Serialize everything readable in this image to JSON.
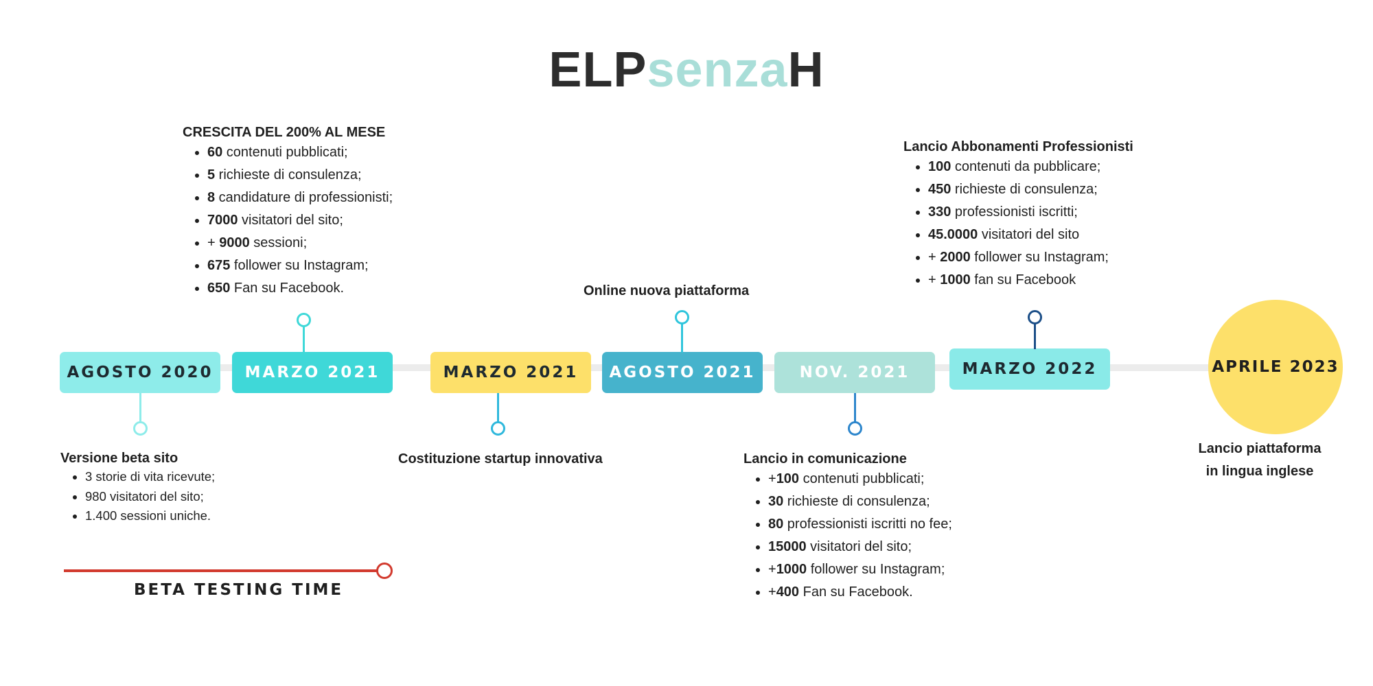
{
  "logo": {
    "part1": "ELP",
    "part2": "senza",
    "part3": "H"
  },
  "colors": {
    "bar": "#ececec",
    "agosto2020": "#8eecea",
    "marzo2021a": "#3fd8d8",
    "marzo2021b": "#fde06a",
    "agosto2021": "#46b3cc",
    "nov2021": "#ade2da",
    "marzo2022": "#8aeae8",
    "aprile2023": "#fde06a",
    "beta": "#d23a2e"
  },
  "milestones": [
    {
      "label": "AGOSTO 2020"
    },
    {
      "label": "MARZO 2021"
    },
    {
      "label": "MARZO 2021"
    },
    {
      "label": "AGOSTO 2021"
    },
    {
      "label": "NOV. 2021"
    },
    {
      "label": "MARZO 2022"
    },
    {
      "label": "APRILE 2023"
    }
  ],
  "notes": {
    "beta_site": {
      "heading": "Versione beta sito",
      "items": [
        "3 storie di vita ricevute;",
        "980 visitatori del sito;",
        "1.400 sessioni uniche."
      ]
    },
    "growth": {
      "heading": "CRESCITA DEL 200% AL MESE",
      "items": [
        {
          "num": "60",
          "text": " contenuti pubblicati;"
        },
        {
          "num": "5",
          "text": " richieste di consulenza;"
        },
        {
          "num": "8",
          "text": " candidature di professionisti;"
        },
        {
          "num": "7000",
          "text": " visitatori del sito;"
        },
        {
          "pre": "+ ",
          "num": "9000",
          "text": " sessioni;"
        },
        {
          "num": "675",
          "text": " follower su Instagram;"
        },
        {
          "num": "650",
          "text": " Fan su Facebook."
        }
      ]
    },
    "startup": {
      "heading": "Costituzione startup innovativa"
    },
    "new_platform": {
      "heading": "Online nuova piattaforma"
    },
    "communication": {
      "heading": "Lancio in comunicazione",
      "items": [
        {
          "pre": "+",
          "num": "100",
          "text": " contenuti pubblicati;"
        },
        {
          "num": "30",
          "text": " richieste di consulenza;"
        },
        {
          "num": "80",
          "text": " professionisti iscritti no fee;"
        },
        {
          "num": "15000",
          "text": " visitatori del sito;"
        },
        {
          "pre": "+",
          "num": "1000",
          "text": " follower su Instagram;"
        },
        {
          "pre": "+",
          "num": "400",
          "text": " Fan su Facebook."
        }
      ]
    },
    "subscriptions": {
      "heading": "Lancio Abbonamenti Professionisti",
      "items": [
        {
          "num": "100",
          "text": " contenuti da pubblicare;"
        },
        {
          "num": "450",
          "text": " richieste di consulenza;"
        },
        {
          "num": "330",
          "text": " professionisti iscritti;"
        },
        {
          "num": "45.0000",
          "text": " visitatori del sito"
        },
        {
          "pre": "+ ",
          "num": "2000",
          "text": " follower su Instagram;"
        },
        {
          "pre": "+ ",
          "num": "1000",
          "text": " fan su Facebook"
        }
      ]
    },
    "english": {
      "line1": "Lancio piattaforma",
      "line2": "in lingua inglese"
    }
  },
  "beta_testing": {
    "label": "BETA TESTING TIME"
  }
}
